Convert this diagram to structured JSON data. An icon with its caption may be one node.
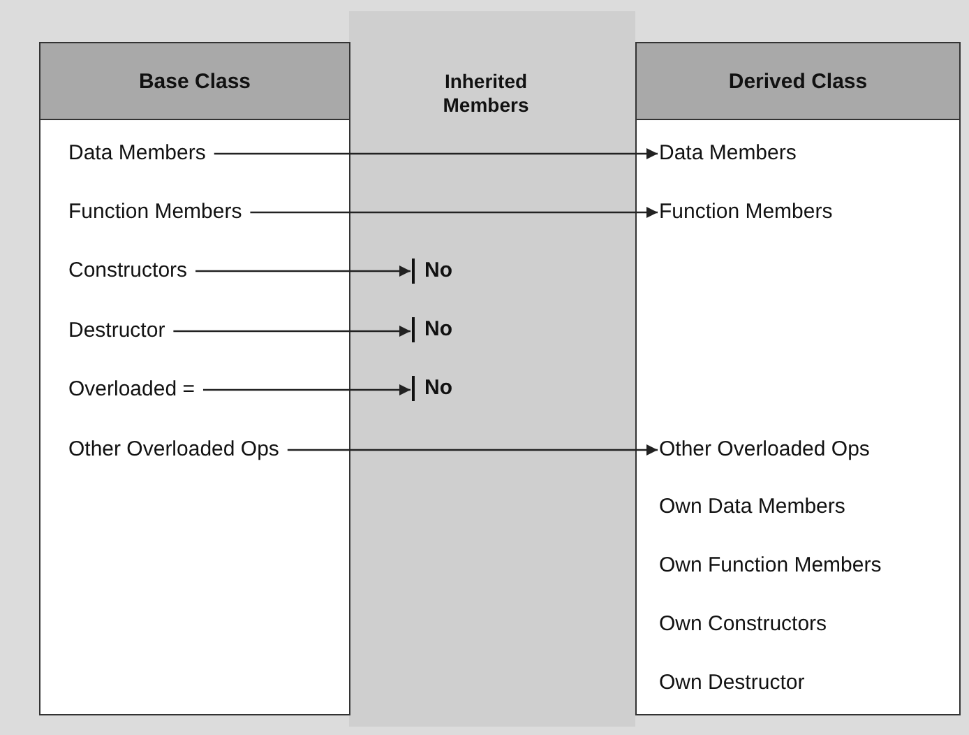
{
  "diagram": {
    "nodes": [
      {
        "text": [
          "Base Class"
        ]
      },
      {
        "text": [
          "Data Members"
        ],
        "in": 0
      },
      {
        "text": [
          "Function Members"
        ],
        "in": 0
      },
      {
        "text": [
          "Constructors"
        ],
        "in": 0
      },
      {
        "text": [
          "Destructor"
        ],
        "in": 0
      },
      {
        "text": [
          "Overloaded ="
        ],
        "in": 0
      },
      {
        "text": [
          "Other Overloaded Ops"
        ],
        "in": 0
      },
      {
        "text": [
          "Derived Class"
        ]
      },
      {
        "text": [
          "Data Members"
        ],
        "in": 7
      },
      {
        "text": [
          "Function Members"
        ],
        "in": 7
      },
      {
        "text": [
          "Other Overloaded Ops"
        ],
        "in": 7
      },
      {
        "text": [
          "Own Data Members"
        ],
        "in": 7
      },
      {
        "text": [
          "Own Function Members"
        ],
        "in": 7
      },
      {
        "text": [
          "Own Constructors"
        ],
        "in": 7
      },
      {
        "text": [
          "Own Destructor"
        ],
        "in": 7
      },
      {
        "text": [
          "No"
        ]
      },
      {
        "text": [
          "No"
        ]
      },
      {
        "text": [
          "No"
        ]
      }
    ],
    "edges": [
      {
        "from": 1,
        "to": 8,
        "arrow": "to"
      },
      {
        "from": 2,
        "to": 9,
        "arrow": "to"
      },
      {
        "from": 3,
        "to": 15,
        "arrow": "to"
      },
      {
        "from": 4,
        "to": 16,
        "arrow": "to"
      },
      {
        "from": 5,
        "to": 17,
        "arrow": "to"
      },
      {
        "from": 6,
        "to": 10,
        "arrow": "to"
      }
    ],
    "labels": [
      "Inherited Members"
    ]
  }
}
